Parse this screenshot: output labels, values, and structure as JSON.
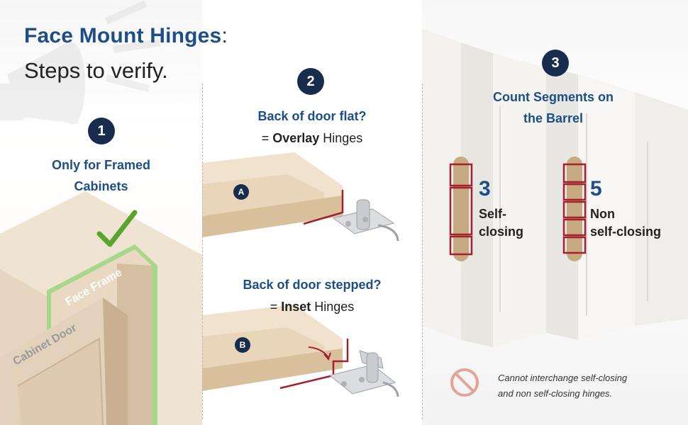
{
  "header": {
    "title": "Face Mount Hinges",
    "title_colon": ":",
    "subtitle": "Steps to verify."
  },
  "step1": {
    "number": "1",
    "heading": "Only for Framed Cabinets",
    "face_frame_label": "Face Frame",
    "cabinet_door_label": "Cabinet Door"
  },
  "step2": {
    "number": "2",
    "a": {
      "badge": "A",
      "question": "Back of door flat?",
      "answer_prefix": "= ",
      "answer_bold": "Overlay",
      "answer_suffix": " Hinges"
    },
    "b": {
      "badge": "B",
      "question": "Back of door stepped?",
      "answer_prefix": "= ",
      "answer_bold": "Inset",
      "answer_suffix": " Hinges"
    }
  },
  "step3": {
    "number": "3",
    "heading": "Count Segments on the Barrel",
    "left": {
      "count": "3",
      "label_line1": "Self-",
      "label_line2": "closing"
    },
    "right": {
      "count": "5",
      "label_line1": "Non",
      "label_line2": "self-closing"
    },
    "note_line1": "Cannot interchange self-closing",
    "note_line2": "and non self-closing hinges."
  },
  "colors": {
    "brand_blue": "#1d4e86",
    "step_navy": "#182c4d",
    "check_green": "#5aa42d",
    "hinge_red": "#a3212e"
  }
}
